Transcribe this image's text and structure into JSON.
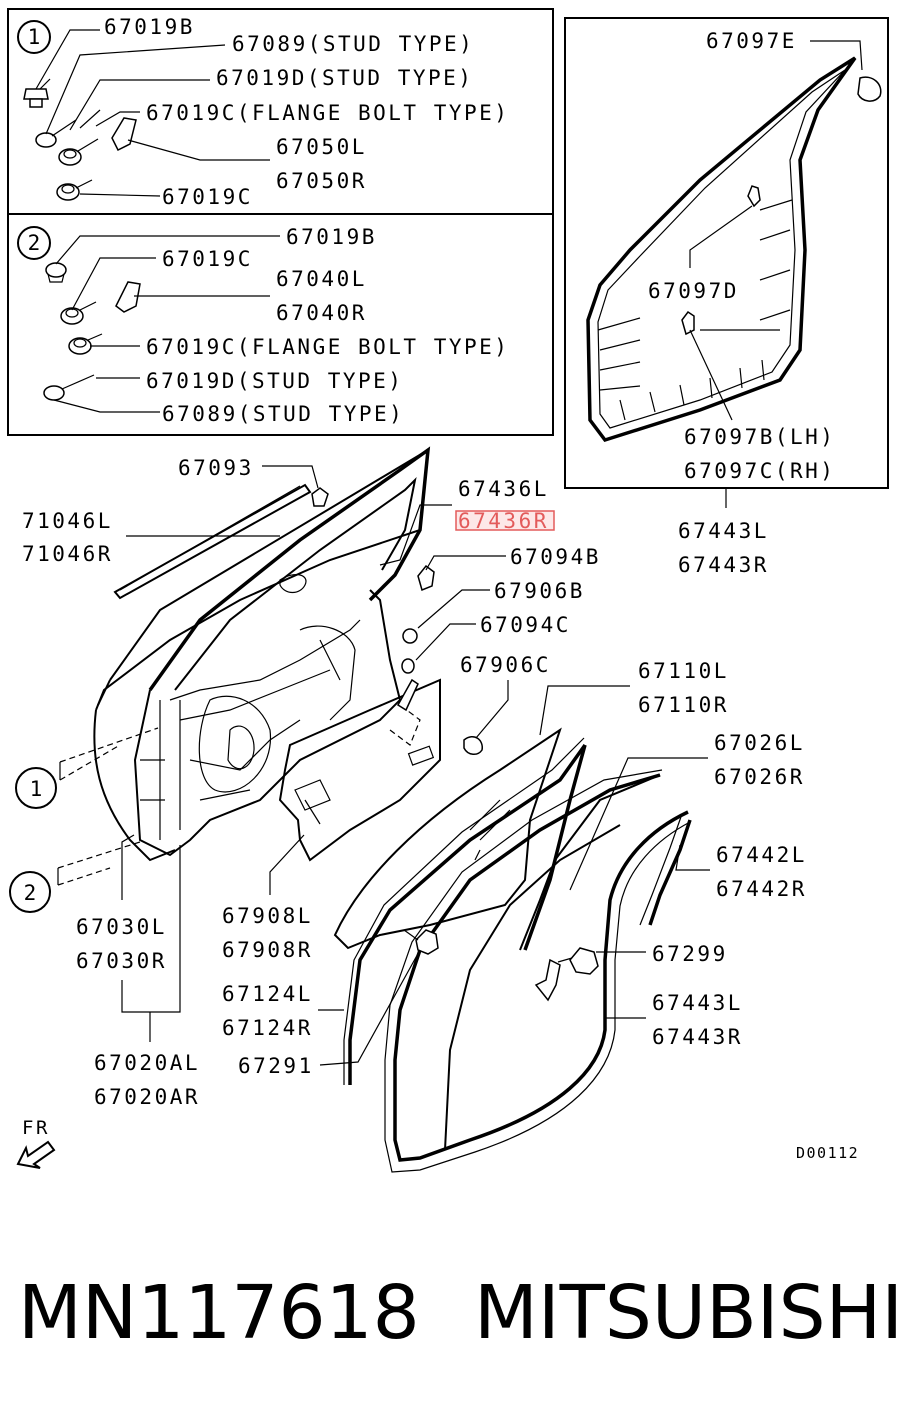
{
  "box1": {
    "marker": "1",
    "labels": [
      "67019B",
      "67089(STUD TYPE)",
      "67019D(STUD TYPE)",
      "67019C(FLANGE BOLT TYPE)",
      "67050L",
      "67050R",
      "67019C"
    ]
  },
  "box2": {
    "marker": "2",
    "labels": [
      "67019B",
      "67019C",
      "67040L",
      "67040R",
      "67019C(FLANGE BOLT TYPE)",
      "67019D(STUD TYPE)",
      "67089(STUD TYPE)"
    ]
  },
  "box3": {
    "labels": [
      "67097E",
      "67097D",
      "67097B(LH)",
      "67097C(RH)"
    ]
  },
  "main_labels": {
    "p67443_top": [
      "67443L",
      "67443R"
    ],
    "p67093": "67093",
    "p71046": [
      "71046L",
      "71046R"
    ],
    "p67436": [
      "67436L",
      "67436R"
    ],
    "p67094B": "67094B",
    "p67906B": "67906B",
    "p67094C": "67094C",
    "p67906C": "67906C",
    "p67110": [
      "67110L",
      "67110R"
    ],
    "p67026": [
      "67026L",
      "67026R"
    ],
    "p67442": [
      "67442L",
      "67442R"
    ],
    "p67299": "67299",
    "p67443_bottom": [
      "67443L",
      "67443R"
    ],
    "p67291": "67291",
    "p67124": [
      "67124L",
      "67124R"
    ],
    "p67908": [
      "67908L",
      "67908R"
    ],
    "p67030": [
      "67030L",
      "67030R"
    ],
    "p67020": [
      "67020AL",
      "67020AR"
    ],
    "callout1": "1",
    "callout2": "2",
    "fr": "FR",
    "drawing_code": "D00112"
  },
  "highlighted_part": "67436R",
  "footer": {
    "part_number": "MN117618",
    "brand": "MITSUBISHI"
  }
}
